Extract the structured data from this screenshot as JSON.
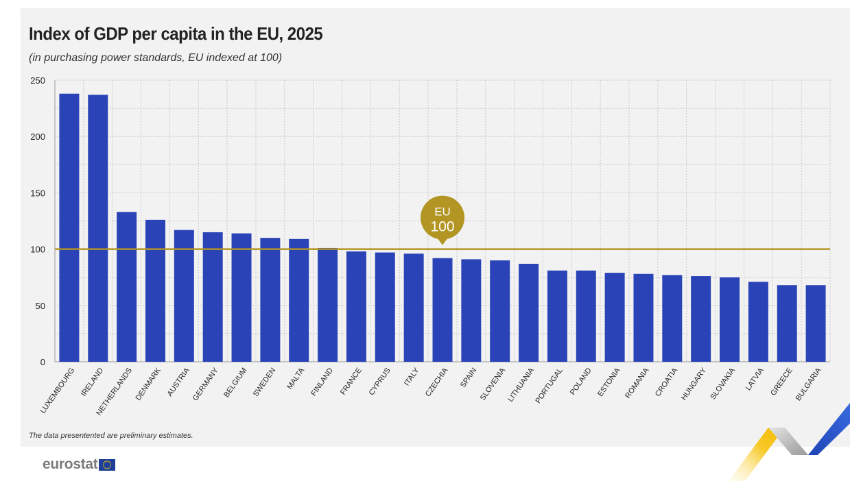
{
  "chart_data": {
    "type": "bar",
    "title": "Index of GDP per capita in the EU, 2025",
    "subtitle": "(in purchasing power standards, EU indexed at 100)",
    "categories": [
      "LUXEMBOURG",
      "IRELAND",
      "NETHERLANDS",
      "DENMARK",
      "AUSTRIA",
      "GERMANY",
      "BELGIUM",
      "SWEDEN",
      "MALTA",
      "FINLAND",
      "FRANCE",
      "CYPRUS",
      "ITALY",
      "CZECHIA",
      "SPAIN",
      "SLOVENIA",
      "LITHUANIA",
      "PORTUGAL",
      "POLAND",
      "ESTONIA",
      "ROMANIA",
      "CROATIA",
      "HUNGARY",
      "SLOVAKIA",
      "LATVIA",
      "GREECE",
      "BULGARIA"
    ],
    "values": [
      238,
      237,
      133,
      126,
      117,
      115,
      114,
      110,
      109,
      101,
      98,
      97,
      96,
      92,
      91,
      90,
      87,
      81,
      81,
      79,
      78,
      77,
      76,
      75,
      71,
      68,
      68
    ],
    "yticks": [
      0,
      50,
      100,
      150,
      200,
      250
    ],
    "ylim": [
      0,
      250
    ],
    "reference_line": {
      "value": 100,
      "label_line1": "EU",
      "label_line2": "100",
      "anchor_category": "CZECHIA"
    },
    "grid": true,
    "colors": {
      "bar": "#2a44b8",
      "reference": "#b39523",
      "grid": "#c8c8c8"
    }
  },
  "footnote": "The data presentented are preliminary estimates.",
  "brand": {
    "name": "eurostat"
  }
}
